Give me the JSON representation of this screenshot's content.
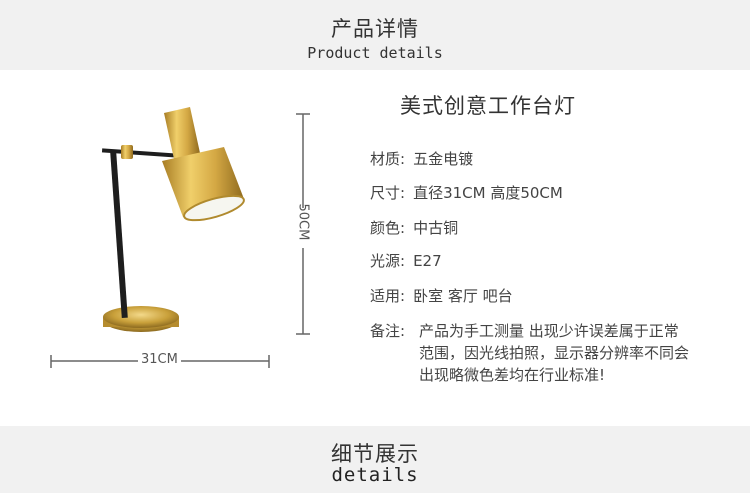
{
  "header": {
    "title_cn": "产品详情",
    "title_en": "Product details"
  },
  "product": {
    "title": "美式创意工作台灯"
  },
  "dimensions": {
    "width_label": "31CM",
    "height_label": "50CM"
  },
  "specs": [
    {
      "key": "材质:",
      "value": "五金电镀"
    },
    {
      "key": "尺寸:",
      "value": "直径31CM 高度50CM"
    },
    {
      "key": "颜色:",
      "value": "中古铜"
    },
    {
      "key": "光源:",
      "value": "E27"
    },
    {
      "key": "适用:",
      "value": "卧室 客厅 吧台"
    }
  ],
  "note": {
    "key": "备注:",
    "lines": [
      "产品为手工测量 出现少许误差属于正常",
      "范围，因光线拍照，显示器分辨率不同会",
      "出现略微色差均在行业标准!"
    ]
  },
  "footer": {
    "title_cn": "细节展示",
    "title_en": "details"
  },
  "colors": {
    "brass": "#c9a03a",
    "black_stem": "#1e1e1e",
    "band_bg": "#f1f1f1"
  }
}
